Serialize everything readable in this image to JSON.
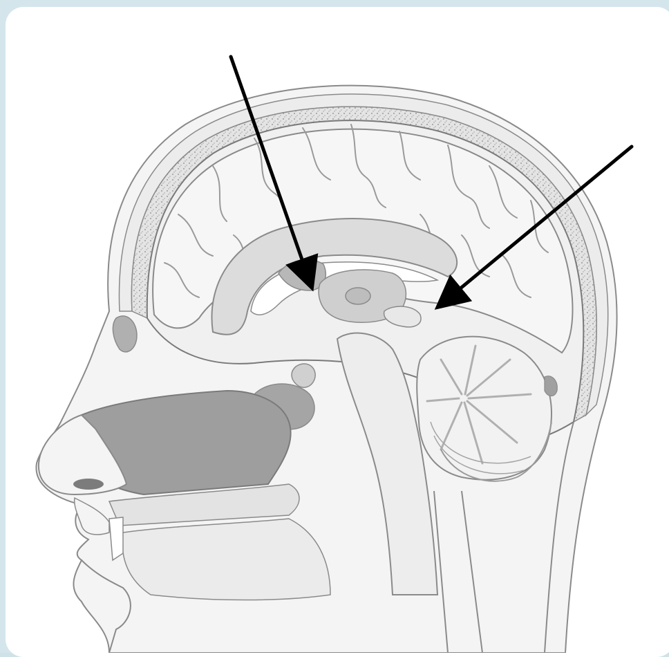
{
  "illustration": {
    "subject": "brain-sagittal-section-icon",
    "colors": {
      "background_frame": "#d4e6ec",
      "card": "#ffffff",
      "outline": "#8a8a8a",
      "tissue_light": "#f2f2f2",
      "tissue_mid": "#d9d9d9",
      "tissue_dark": "#a9a9a9",
      "skull_speckle": "#c8c8c8",
      "arrow": "#000000"
    }
  },
  "arrows": [
    {
      "name": "arrow-left",
      "points_to": "thalamus-region"
    },
    {
      "name": "arrow-right",
      "points_to": "pineal-region"
    }
  ]
}
